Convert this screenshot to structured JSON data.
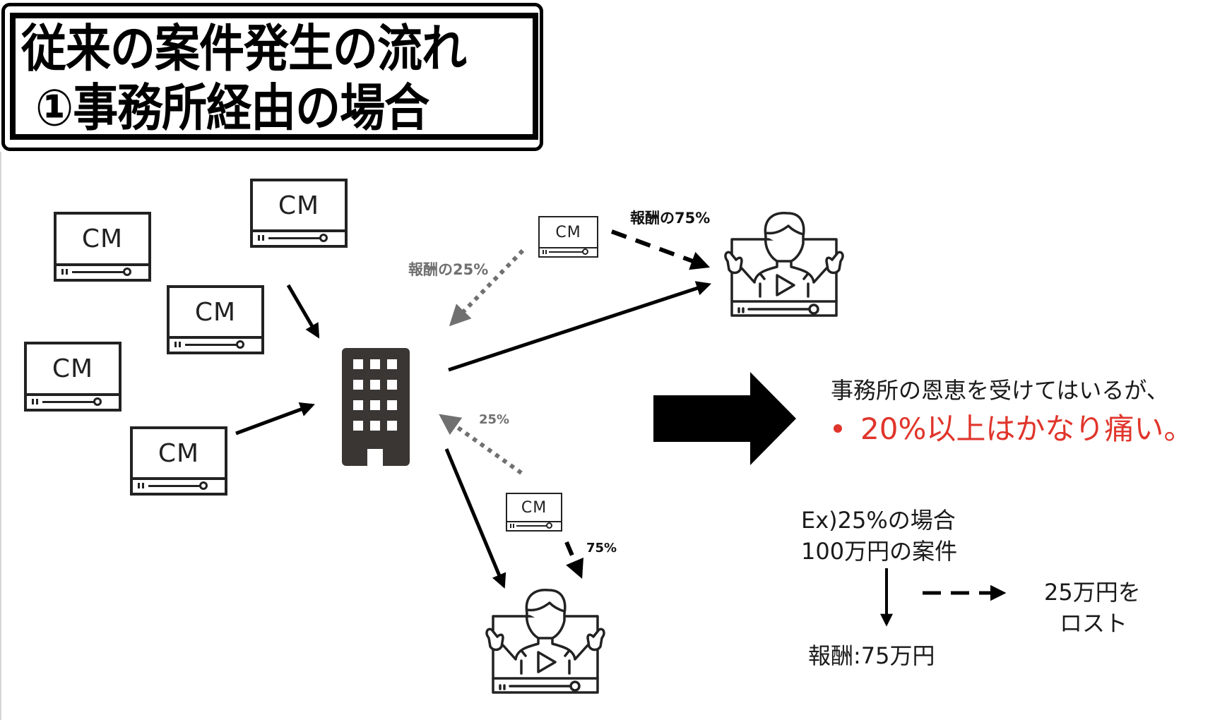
{
  "title": {
    "line1": "従来の案件発生の流れ",
    "line2": "①事務所経由の場合"
  },
  "cm_boxes": {
    "label": "CM",
    "count_clients": 5
  },
  "flow_labels": {
    "top_fee_agency": "報酬の25%",
    "top_fee_talent": "報酬の75%",
    "bottom_fee_agency": "25%",
    "bottom_fee_talent": "75%"
  },
  "nodes": {
    "agency": "office-building",
    "talents": [
      "creator-top",
      "creator-bottom"
    ]
  },
  "conclusion": {
    "line1": "事務所の恩恵を受けてはいるが、",
    "line2": "20%以上はかなり痛い。",
    "accent_color": "#e0352b"
  },
  "example": {
    "heading": "Ex)25%の場合",
    "project": "100万円の案件",
    "fee": "報酬:75万円",
    "loss_line1": "25万円を",
    "loss_line2": "ロスト"
  },
  "colors": {
    "ink": "#111111",
    "grey_flow": "#707070",
    "building": "#3a3634"
  }
}
